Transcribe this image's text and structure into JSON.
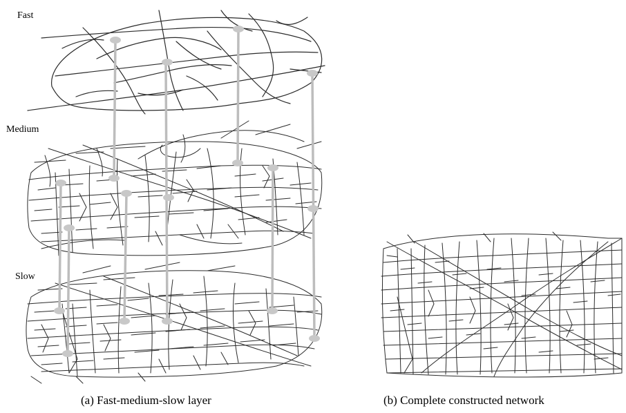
{
  "panel_a": {
    "layers": [
      {
        "label": "Fast"
      },
      {
        "label": "Medium"
      },
      {
        "label": "Slow"
      }
    ],
    "caption": "(a)  Fast-medium-slow layer"
  },
  "panel_b": {
    "caption": "(b)  Complete constructed network"
  },
  "colors": {
    "road": "#2a2a2a",
    "connector": "#bdbdbd",
    "background": "#ffffff"
  }
}
